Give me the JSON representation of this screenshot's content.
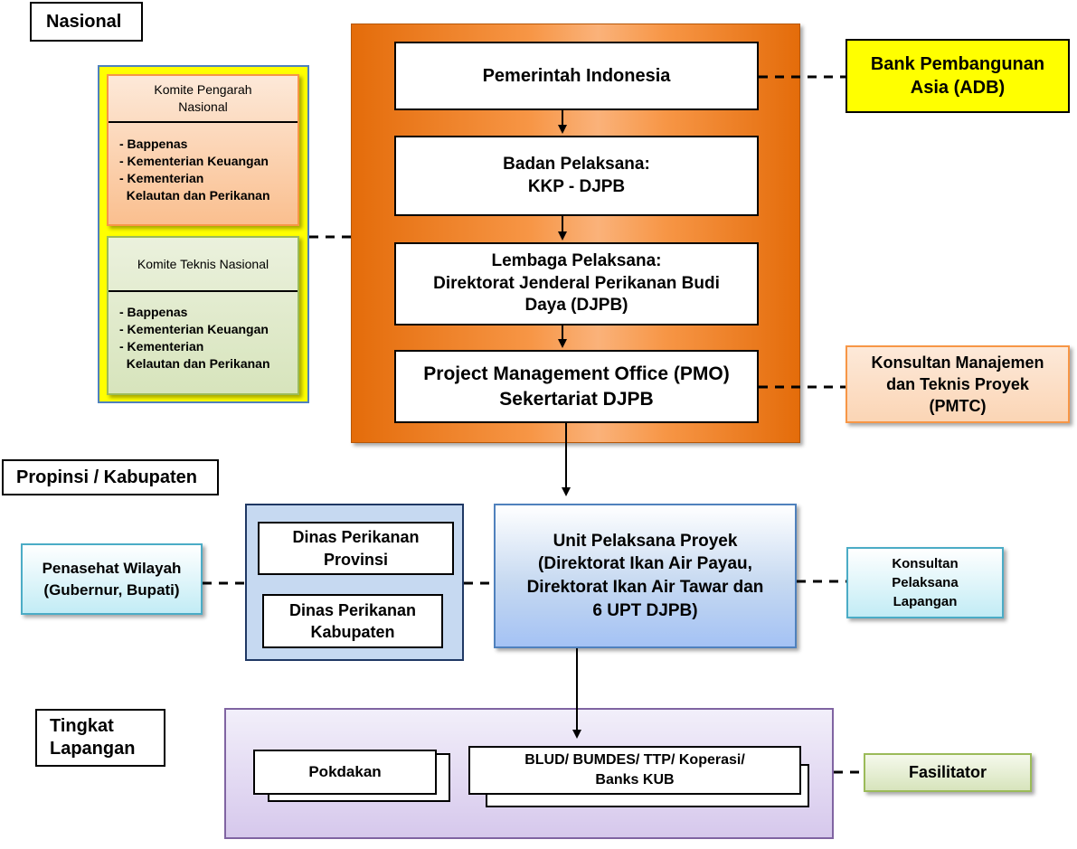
{
  "sections": {
    "nasional": "Nasional",
    "propinsi": "Propinsi / Kabupaten",
    "tingkat": "Tingkat\nLapangan"
  },
  "national": {
    "pemerintah": "Pemerintah Indonesia",
    "badan": "Badan Pelaksana:\nKKP - DJPB",
    "lembaga": "Lembaga Pelaksana:\nDirektorat Jenderal Perikanan Budi\nDaya (DJPB)",
    "pmo": "Project Management Office (PMO)\nSekertariat DJPB",
    "adb": "Bank Pembangunan\nAsia (ADB)",
    "pmtc": "Konsultan Manajemen\ndan Teknis Proyek\n(PMTC)"
  },
  "committees": {
    "pengarah": {
      "title": "Komite Pengarah\nNasional",
      "members": "- Bappenas\n- Kementerian Keuangan\n- Kementerian\n  Kelautan dan Perikanan"
    },
    "teknis": {
      "title": "Komite Teknis Nasional",
      "members": "- Bappenas\n- Kementerian Keuangan\n- Kementerian\n  Kelautan dan Perikanan"
    }
  },
  "province": {
    "penasehat": "Penasehat Wilayah\n(Gubernur, Bupati)",
    "dinas_provinsi": "Dinas Perikanan\nProvinsi",
    "dinas_kabupaten": "Dinas Perikanan\nKabupaten",
    "upp": "Unit Pelaksana Proyek\n(Direktorat Ikan Air Payau,\nDirektorat Ikan Air Tawar dan\n6 UPT DJPB)",
    "konsultan_lapangan": "Konsultan\nPelaksana\nLapangan"
  },
  "field": {
    "pokdakan": "Pokdakan",
    "blud": "BLUD/ BUMDES/ TTP/ Koperasi/\nBanks KUB",
    "fasilitator": "Fasilitator"
  }
}
